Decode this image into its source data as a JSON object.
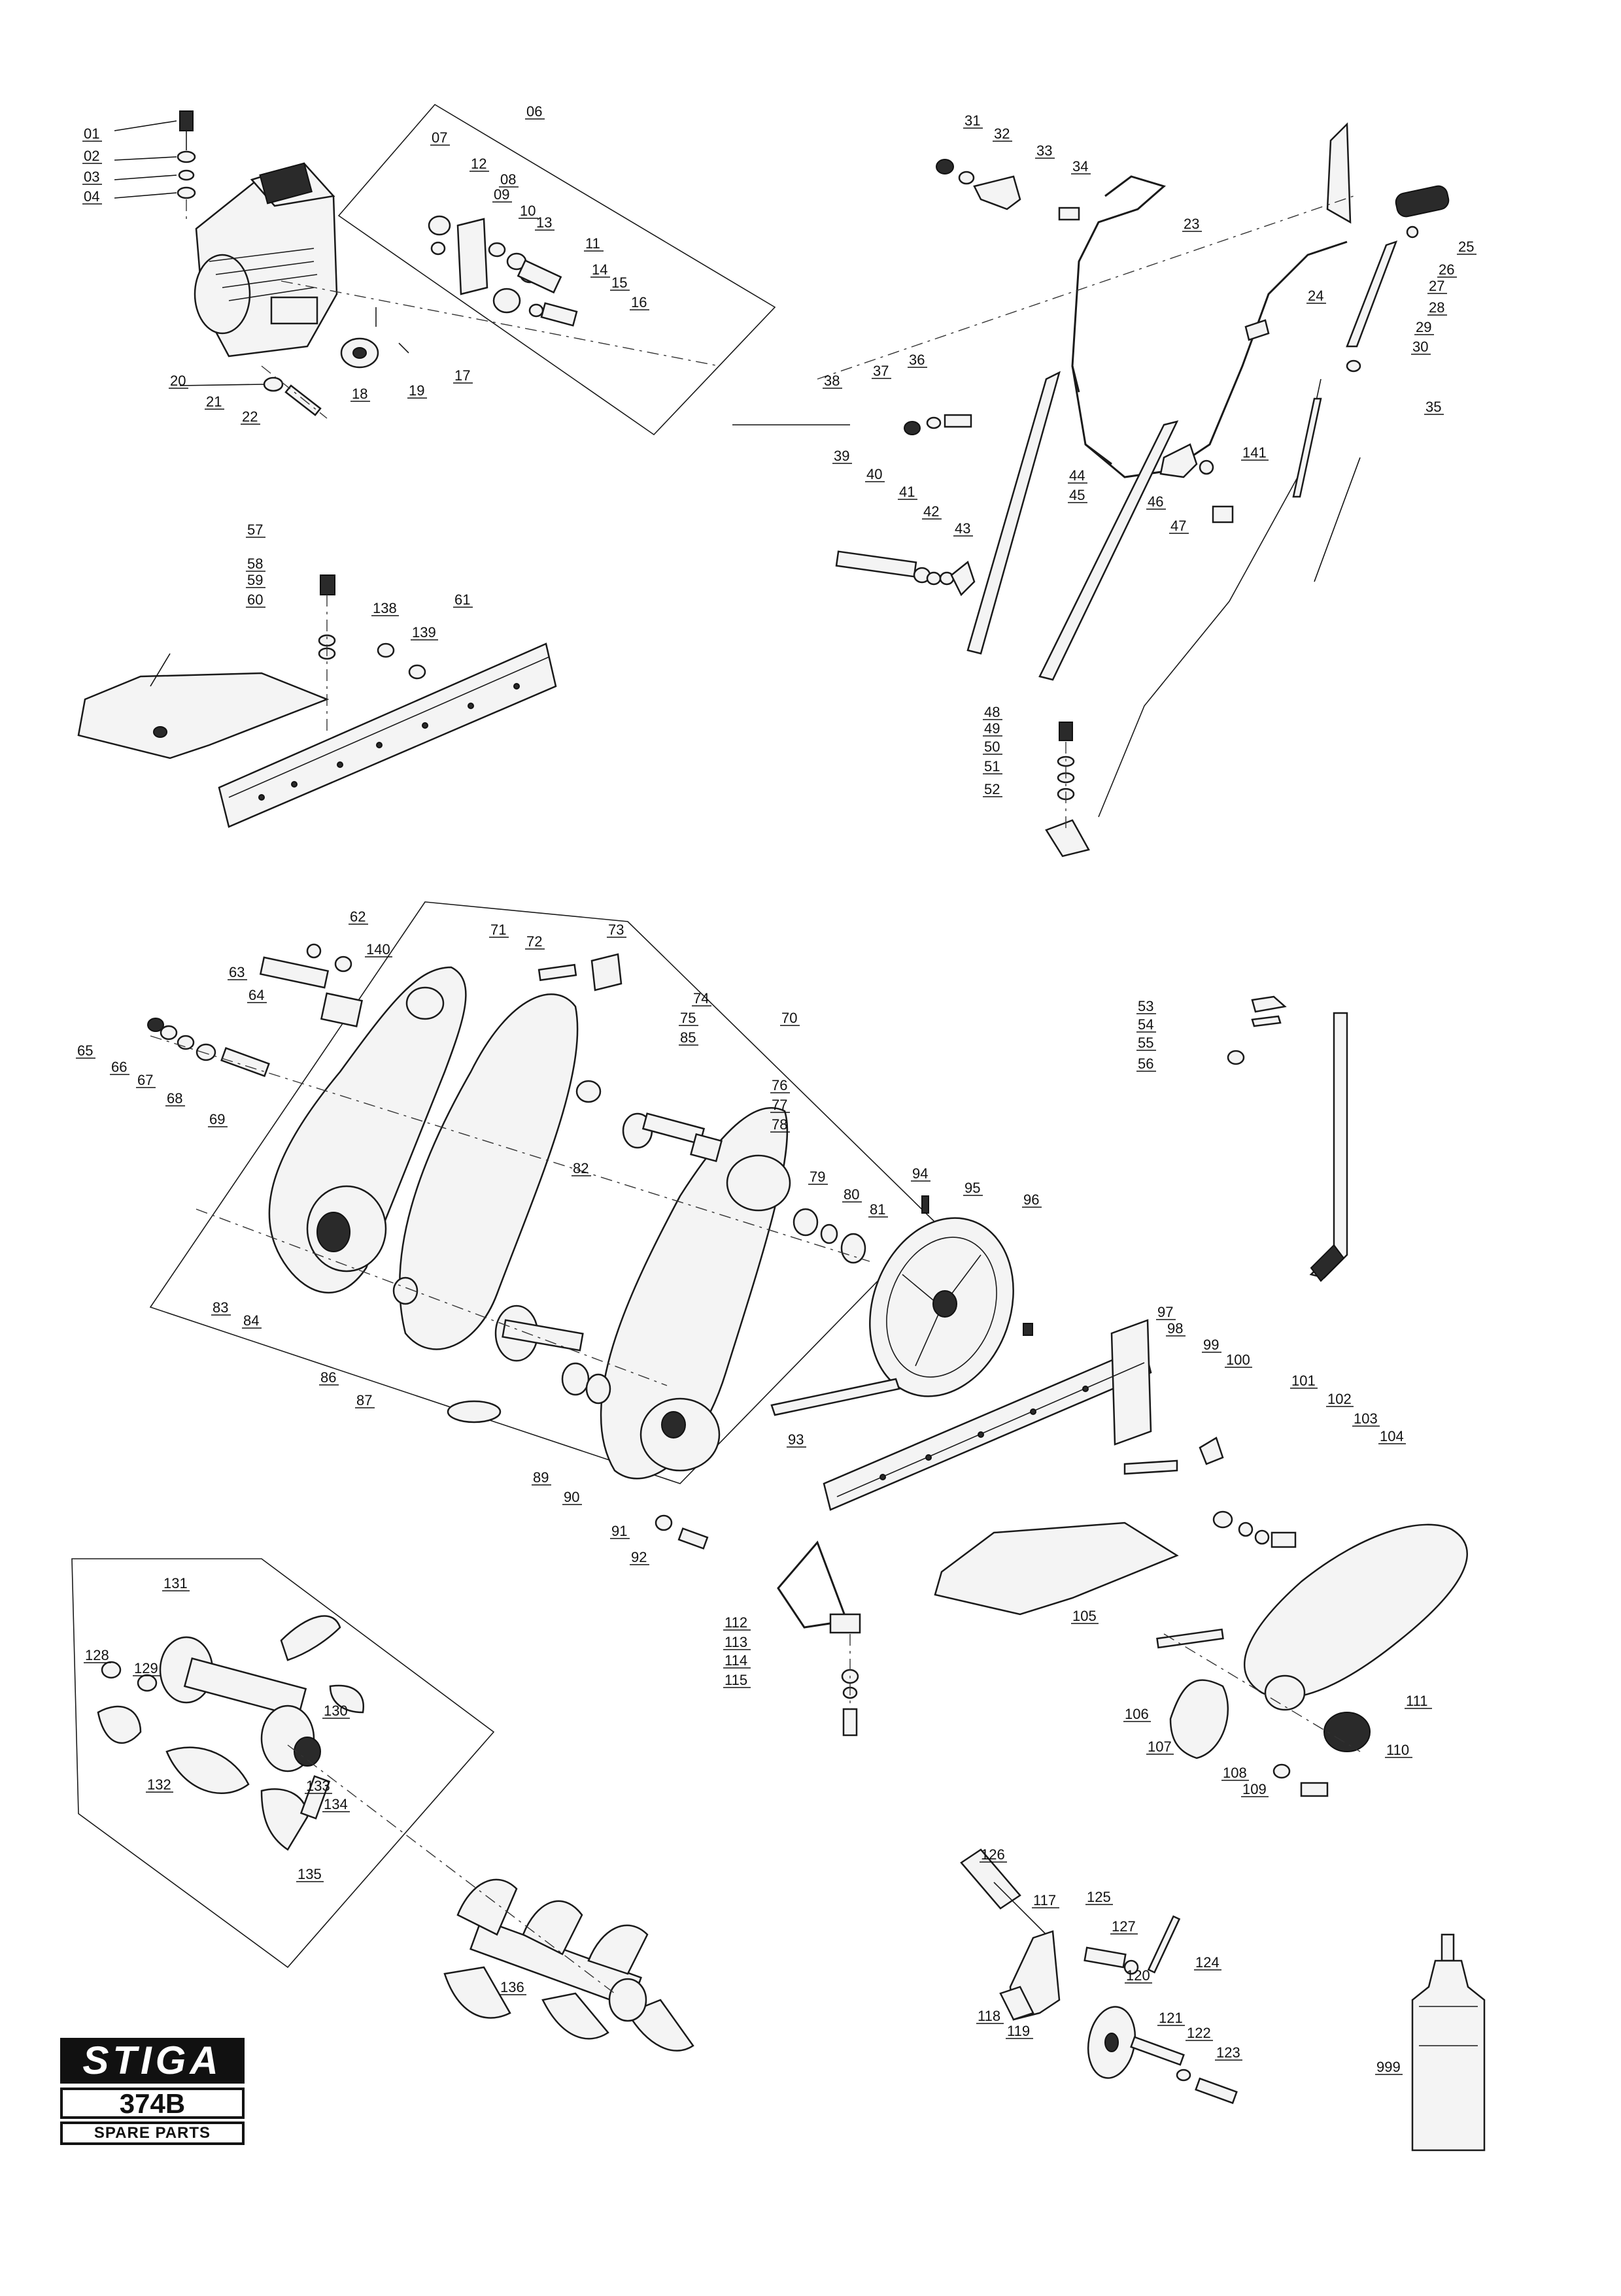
{
  "logo": {
    "brand": "STIGA",
    "model": "374B",
    "subtitle": "SPARE PARTS"
  },
  "part_labels": [
    "01",
    "02",
    "03",
    "04",
    "06",
    "07",
    "08",
    "09",
    "10",
    "11",
    "12",
    "13",
    "14",
    "15",
    "16",
    "17",
    "18",
    "19",
    "20",
    "21",
    "22",
    "23",
    "24",
    "25",
    "26",
    "27",
    "28",
    "29",
    "30",
    "31",
    "32",
    "33",
    "34",
    "35",
    "36",
    "37",
    "38",
    "39",
    "40",
    "41",
    "42",
    "43",
    "44",
    "45",
    "46",
    "47",
    "48",
    "49",
    "50",
    "51",
    "52",
    "53",
    "54",
    "55",
    "56",
    "57",
    "58",
    "59",
    "60",
    "61",
    "62",
    "63",
    "64",
    "65",
    "66",
    "67",
    "68",
    "69",
    "70",
    "71",
    "72",
    "73",
    "74",
    "75",
    "76",
    "77",
    "78",
    "79",
    "80",
    "81",
    "82",
    "83",
    "84",
    "85",
    "86",
    "87",
    "89",
    "90",
    "91",
    "92",
    "93",
    "94",
    "95",
    "96",
    "97",
    "98",
    "99",
    "100",
    "101",
    "102",
    "103",
    "104",
    "105",
    "106",
    "107",
    "108",
    "109",
    "110",
    "111",
    "112",
    "113",
    "114",
    "115",
    "117",
    "118",
    "119",
    "120",
    "121",
    "122",
    "123",
    "124",
    "125",
    "126",
    "127",
    "128",
    "129",
    "130",
    "131",
    "132",
    "133",
    "134",
    "135",
    "136",
    "138",
    "139",
    "140",
    "141",
    "999"
  ]
}
